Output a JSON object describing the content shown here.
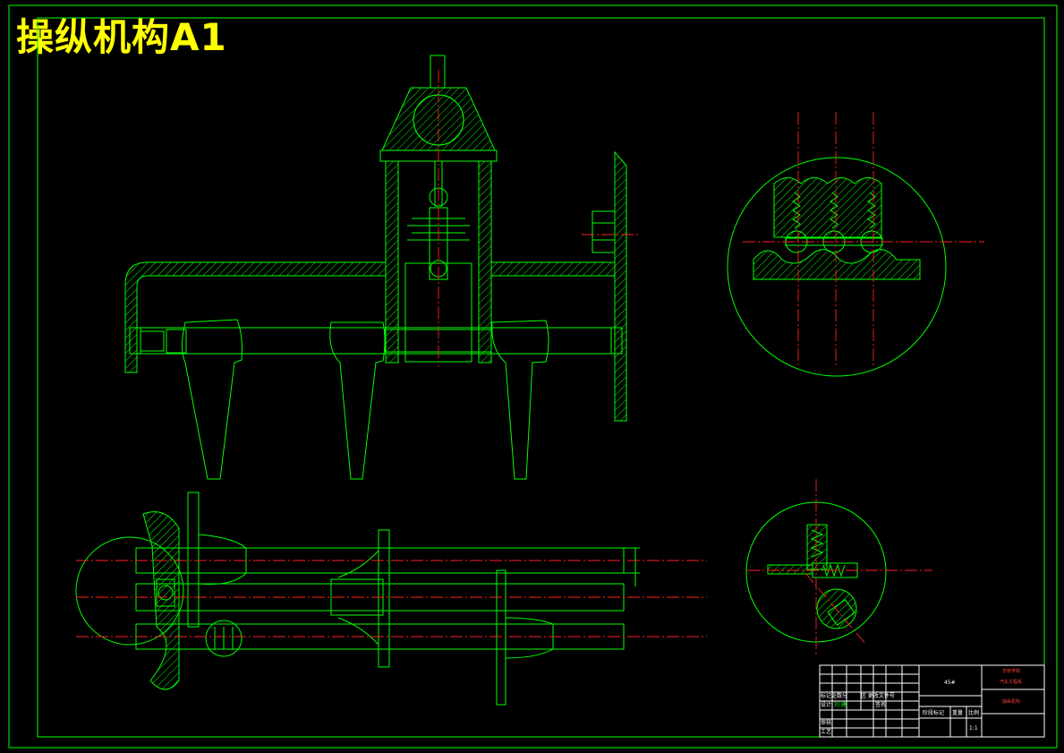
{
  "drawing_title": "操纵机构A1",
  "title_block": {
    "material": "45#",
    "school": "华侨学院",
    "department": "汽车工程系",
    "drawing_name": "操纵机构",
    "label_mark": "阶段标记",
    "label_weight": "重量",
    "label_scale": "比例",
    "scale": "1:1",
    "label_design": "设计",
    "label_revision": "标记处数分",
    "label_file": "区 更改文件号",
    "label_sign": "签名",
    "label_review": "审核",
    "label_process": "工艺",
    "designer": "刘 建"
  },
  "colors": {
    "background": "#000000",
    "line": "#00ff00",
    "centerline": "#ff2020",
    "title": "#ffff00",
    "frame": "#00ff00"
  }
}
